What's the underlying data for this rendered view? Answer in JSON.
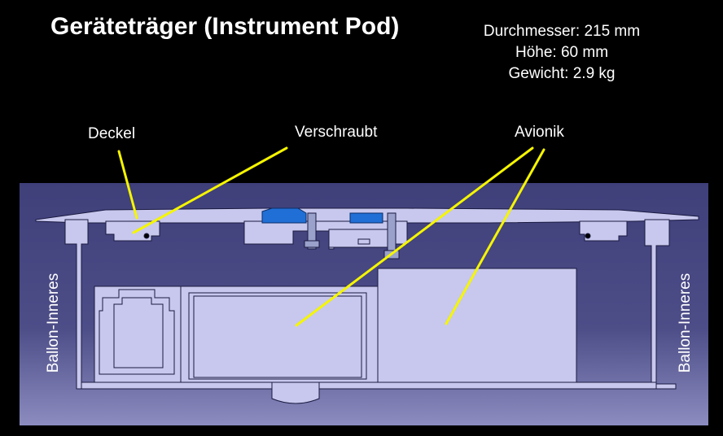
{
  "title": "Geräteträger (Instrument Pod)",
  "specs": [
    {
      "label": "Durchmesser:",
      "value": "215 mm"
    },
    {
      "label": "Höhe:",
      "value": "60 mm"
    },
    {
      "label": "Gewicht:",
      "value": "2.9 kg"
    }
  ],
  "callouts": {
    "deckel": "Deckel",
    "verschraubt": "Verschraubt",
    "avionik": "Avionik"
  },
  "side_labels": {
    "left": "Ballon-Inneres",
    "right": "Ballon-Inneres"
  },
  "colors": {
    "background": "#000000",
    "panel_top": "#3f3f7a",
    "panel_bottom": "#8c8cc0",
    "part_fill": "#c8c8ee",
    "part_stroke": "#1a1a40",
    "screw_blue": "#1f6fd6",
    "callout_line": "#f5f500"
  }
}
